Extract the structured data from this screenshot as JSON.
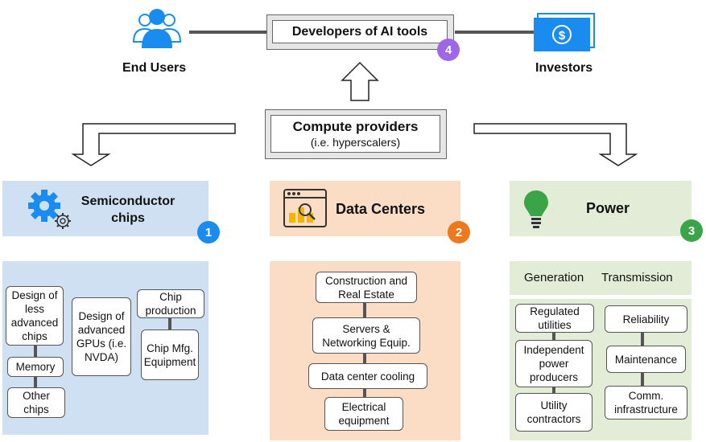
{
  "top": {
    "end_users": "End Users",
    "developers": "Developers of AI tools",
    "investors": "Investors",
    "developers_badge": "4"
  },
  "compute": {
    "title": "Compute providers",
    "subtitle": "(i.e. hyperscalers)"
  },
  "semiconductor": {
    "title_line1": "Semiconductor",
    "title_line2": "chips",
    "badge": "1",
    "items": {
      "less_advanced": "Design of less advanced chips",
      "memory": "Memory",
      "other": "Other chips",
      "advanced_gpus": "Design of advanced GPUs (i.e. NVDA)",
      "chip_production": "Chip production",
      "chip_mfg": "Chip Mfg. Equipment"
    }
  },
  "datacenters": {
    "title": "Data Centers",
    "badge": "2",
    "items": [
      "Construction and Real Estate",
      "Servers & Networking Equip.",
      "Data center cooling",
      "Electrical equipment"
    ]
  },
  "power": {
    "title": "Power",
    "badge": "3",
    "generation": "Generation",
    "transmission": "Transmission",
    "gen_items": [
      "Regulated utilities",
      "Independent power producers",
      "Utility contractors"
    ],
    "trans_items": [
      "Reliability",
      "Maintenance",
      "Comm. infrastructure"
    ]
  },
  "colors": {
    "semiconductor_bg": "#cfe0f3",
    "datacenter_bg": "#fbdcc5",
    "power_bg": "#e3ecd6",
    "badge_blue": "#1a8cf0",
    "badge_orange": "#ec7a1c",
    "badge_green": "#3aa548",
    "badge_purple": "#a066e8"
  }
}
